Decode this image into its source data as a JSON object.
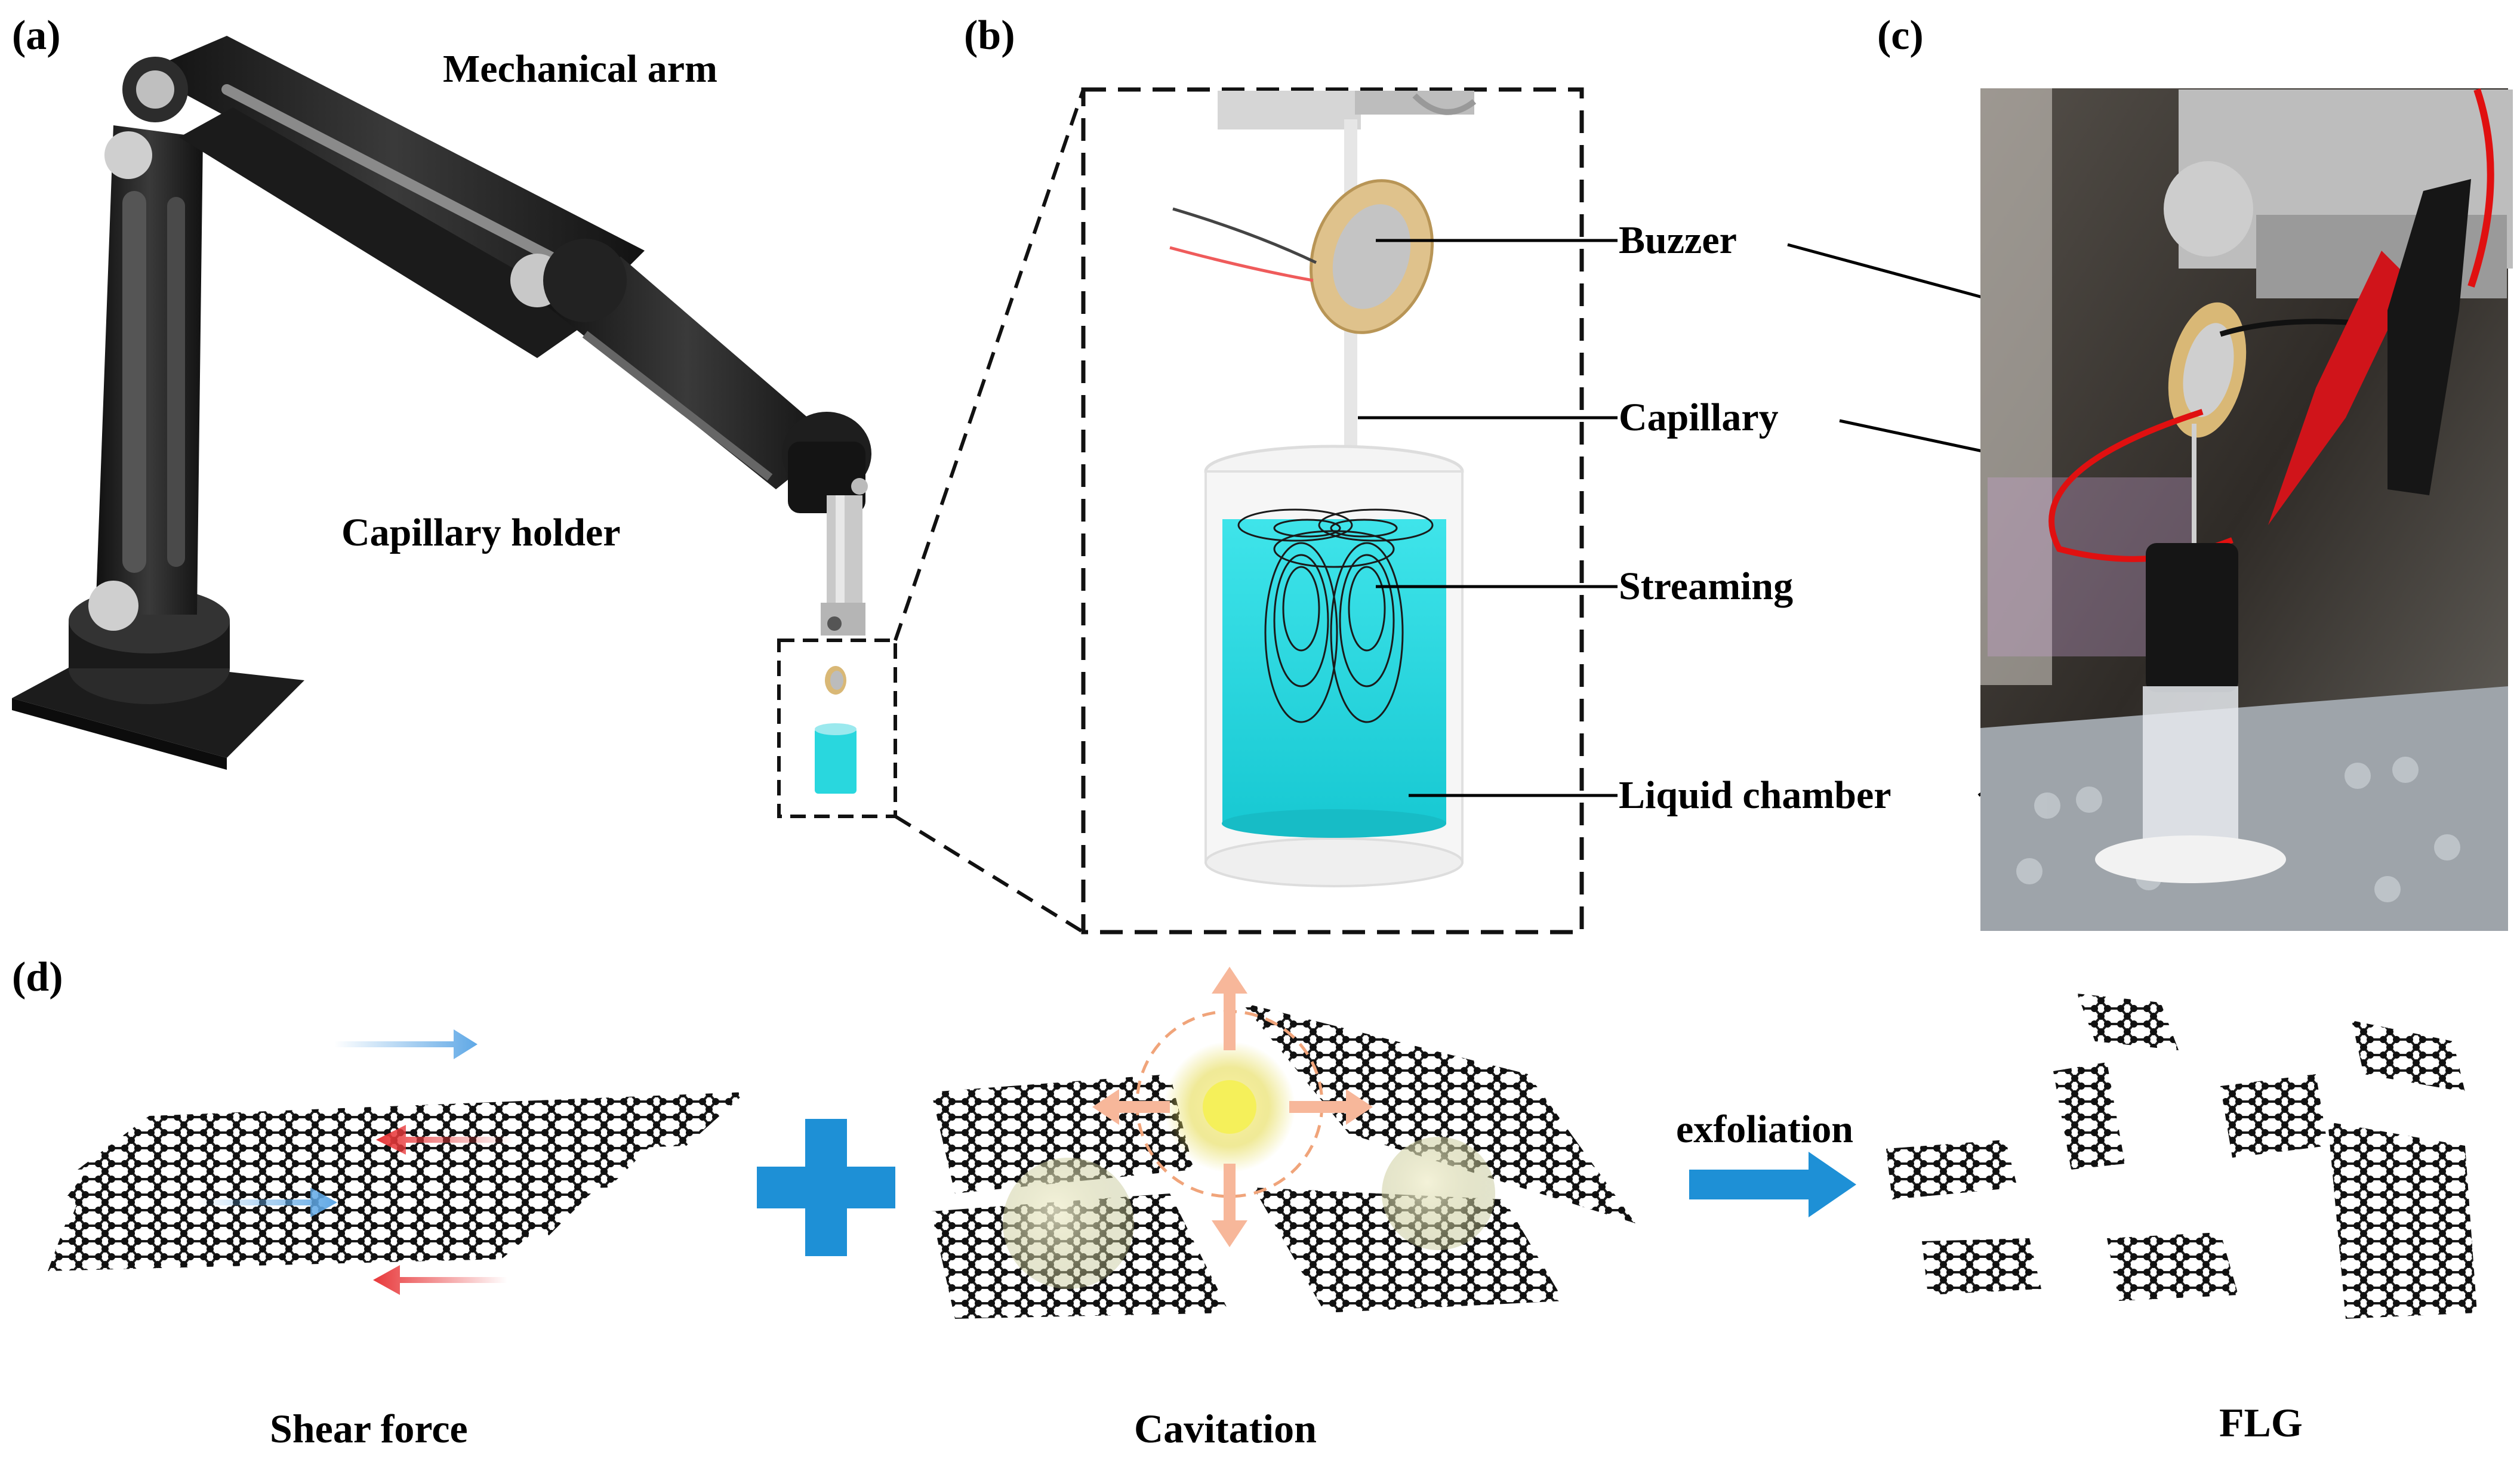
{
  "panels": {
    "a": "(a)",
    "b": "(b)",
    "c": "(c)",
    "d": "(d)"
  },
  "panel_a": {
    "mechanical_arm": "Mechanical arm",
    "capillary_holder": "Capillary holder"
  },
  "panel_b": {
    "buzzer": "Buzzer",
    "capillary": "Capillary",
    "streaming": "Streaming",
    "liquid_chamber": "Liquid chamber"
  },
  "panel_d": {
    "shear_force": "Shear force",
    "cavitation": "Cavitation",
    "exfoliation": "exfoliation",
    "flg": "FLG"
  },
  "colors": {
    "liquid": "#1fd3dc",
    "accent_blue": "#1e90d6",
    "arrow_red": "#e8383a",
    "buzzer_ring": "#d9b876",
    "arm": "#2a2a2a"
  }
}
